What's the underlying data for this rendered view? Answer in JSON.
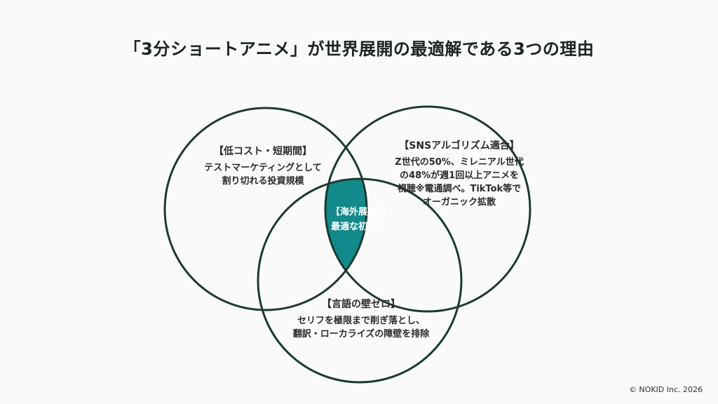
{
  "title": "「3分ショートアニメ」が世界展開の最適解である3つの理由",
  "circles": {
    "left": {
      "heading": "【低コスト・短期間】",
      "lines": [
        "テストマーケティングとして",
        "割り切れる投資規模"
      ]
    },
    "right": {
      "heading": "【SNSアルゴリズム適合】",
      "lines": [
        "Z世代の50%、ミレニアル世代",
        "の48%が週1回以上アニメを",
        "視聴※電通調べ。TikTok等で",
        "オーガニック拡散"
      ]
    },
    "bottom": {
      "heading": "【言語の壁ゼロ】",
      "lines": [
        "セリフを極限まで削ぎ落とし、",
        "翻訳・ローカライズの障壁を排除"
      ]
    },
    "center": {
      "lines": [
        "【海外展開の",
        "最適な初手】"
      ]
    }
  },
  "colors": {
    "stroke": "#1b3a31",
    "highlight": "#12898a"
  },
  "footer": "© NOKID Inc. 2026"
}
